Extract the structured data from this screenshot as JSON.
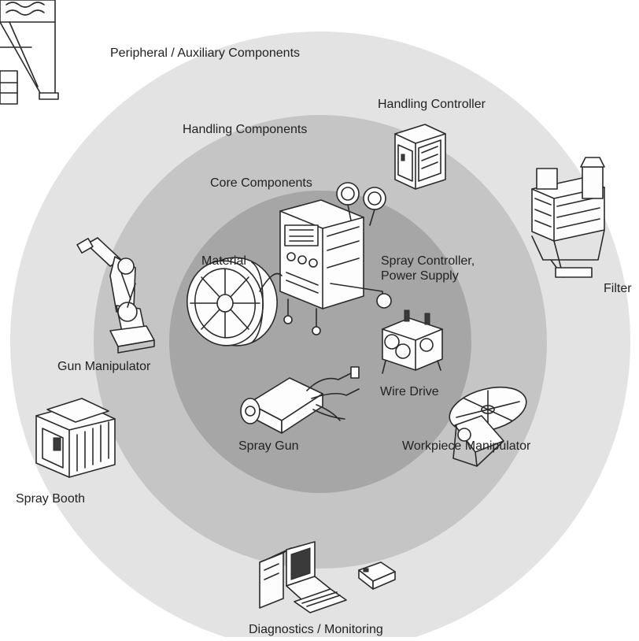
{
  "colors": {
    "outer_ring": "#e3e3e3",
    "middle_ring": "#c5c5c5",
    "inner_ring": "#a6a6a6",
    "line": "#2a2a2a"
  },
  "rings": {
    "outer": "Peripheral / Auxiliary Components",
    "middle": "Handling Components",
    "core": "Core Components"
  },
  "labels": {
    "handling_controller": "Handling Controller",
    "filter": "Filter",
    "material": "Material",
    "spray_controller_line1": "Spray Controller,",
    "spray_controller_line2": "Power Supply",
    "gun_manipulator": "Gun Manipulator",
    "wire_drive": "Wire Drive",
    "spray_gun": "Spray Gun",
    "workpiece_manipulator": "Workpiece Manipulator",
    "spray_booth": "Spray Booth",
    "diagnostics": "Diagnostics / Monitoring"
  },
  "icons": [
    "storage-rack-icon",
    "handling-controller-icon",
    "filter-unit-icon",
    "robot-arm-icon",
    "wire-spool-icon",
    "spray-controller-icon",
    "wire-drive-icon",
    "spray-gun-icon",
    "rotary-table-icon",
    "spray-booth-icon",
    "computer-icon",
    "monitor-device-icon"
  ]
}
